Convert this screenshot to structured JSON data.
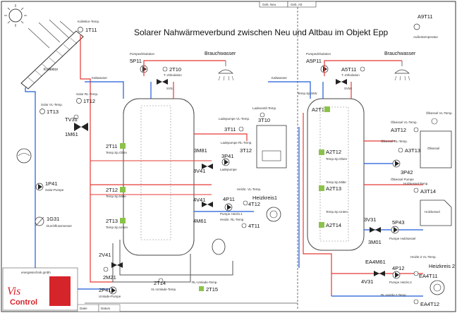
{
  "title": "Solarer Nahwärmeverbund zwischen Neu und Altbau im Objekt Epp",
  "header_cells": [
    "Geb. Neu",
    "Geb. Alt"
  ],
  "left": {
    "collector_label": "Kollektor",
    "collector_temp_label": "Kollektor-Temp.",
    "collector_temp_tag": "1T11",
    "solar_rl_label": "Solar RL-Temp.",
    "solar_rl_tag": "1T12",
    "solar_vl_label": "Solar VL-Temp.",
    "solar_vl_tag": "1T13",
    "tv31_tag": "TV31",
    "m61_tag": "1M61",
    "pump_label": "Solar-Pumpe",
    "pump_tag": "1P41",
    "flow_label": "Durchflussmesser",
    "flow_tag": "1G31",
    "hw_pump_label": "PumpeZirkulation",
    "hw_pump_tag": "5P11",
    "hw_label": "Brauchwasser",
    "kw_label": "Kaltwasser",
    "zirk_temp_label": "T.-Zirkulation",
    "zirk_tag": "2T10",
    "sv_label": "SV51",
    "t11_tag": "2T11",
    "t11_label": "Temp.Sp.Oben",
    "t12_tag": "2T12",
    "t12_label": "Temp.Sp.Mitte",
    "t13_tag": "2T13",
    "t13_label": "Temp.Sp.Unten",
    "m81_tag": "3M81",
    "v41_tag": "3V41",
    "p41_tag": "3P41",
    "p41_label": "Ladepumpe",
    "lp_vl_label": "Ladepumpe VL-Temp.",
    "lp_vl_tag": "3T11",
    "lp_rl_label": "Ladepumpe RL-Temp.",
    "lp_rl_tag": "3T12",
    "extra_temp_label": "Ladeventil-Temp.",
    "extra_tag": "3T10",
    "hk_label": "Heizkreis1",
    "hk_vl_label": "Heizkr. VL-Temp.",
    "hk_tag": "4T12",
    "hk_rl_label": "Heizkr. RL-Temp.",
    "hk_rl_tag": "4T11",
    "hp_tag": "4P11",
    "hp_label": "Pumpe Heizkr.1",
    "v41b_tag": "4V41",
    "m61b_tag": "4M61",
    "v41c_tag": "2V41",
    "m21_tag": "2M21",
    "p41c_tag": "2P41",
    "p41c_label": "Umlade-Pumpe",
    "umlade_label": "VL-Umlade-Temp.",
    "umlade_tag": "2T14",
    "umlade_rl_label": "RL-Umlade-Temp.",
    "umlade_rl_tag": "2T15"
  },
  "right": {
    "out_temp_tag": "A9T11",
    "out_temp_label": "Außentemperatur",
    "hw_pump_label": "PumpeZirkulation",
    "hw_pump_tag": "A5P11",
    "hw_label": "Brauchwasser",
    "kw_label": "Kaltwasser",
    "zirk_tag": "A5T11",
    "zirk_label": "T.-Zirkulation",
    "sv_label": "SV50",
    "ww_label": "Temp.Sp.WW",
    "t11_tag": "A2T11",
    "t12_tag": "A2T12",
    "t12_label": "Temp.Sp.Oben",
    "t13_tag": "A2T13",
    "t13_label": "Temp.Sp.Mitte",
    "t14_tag": "A2T14",
    "t14_label": "Temp.Sp.Unten",
    "oil_vl_label": "Ölkessel VL-Temp.",
    "oil_vl_tag": "A3T12",
    "oil_rl_label": "Ölkessel RL-Temp.",
    "oil_rl_tag": "A3T13",
    "oil_label": "Ölkessel",
    "oil_pump_tag": "3P42",
    "oil_pump_label": "Ölkessel Pumpe",
    "wood_label": "Holzkessel-Temp.",
    "wood_tag": "A3T14",
    "wood_box": "Holzkessel",
    "p43_tag": "5P43",
    "p43_label": "Pumpe Holzkessel",
    "v31_tag": "3V31",
    "m01_tag": "3M01",
    "hk_label": "Heizkreis 2",
    "hk_vl_label": "Heizkr.2 VL-Temp.",
    "hk_tag": "EA4T11",
    "hk_rl_tag": "EA4T12",
    "hk_rl_label": "RL-Heizkr.2 Temp.",
    "m61_tag": "EA4M61",
    "p12_tag": "4P12",
    "p12_label": "Pumpe Heizkr.2",
    "v31b_tag": "4V31",
    "top_right_tag": "A9T11"
  },
  "logo": {
    "company": "energietechnik gmbh",
    "brand": "Vis Control",
    "footer_cells": [
      "Datei",
      "Datum"
    ]
  },
  "colors": {
    "hot": "#e53935",
    "cold": "#1e5bd6",
    "pipe_gray": "#555555",
    "tag_green": "#8bc34a",
    "logo_red": "#d6242b"
  }
}
